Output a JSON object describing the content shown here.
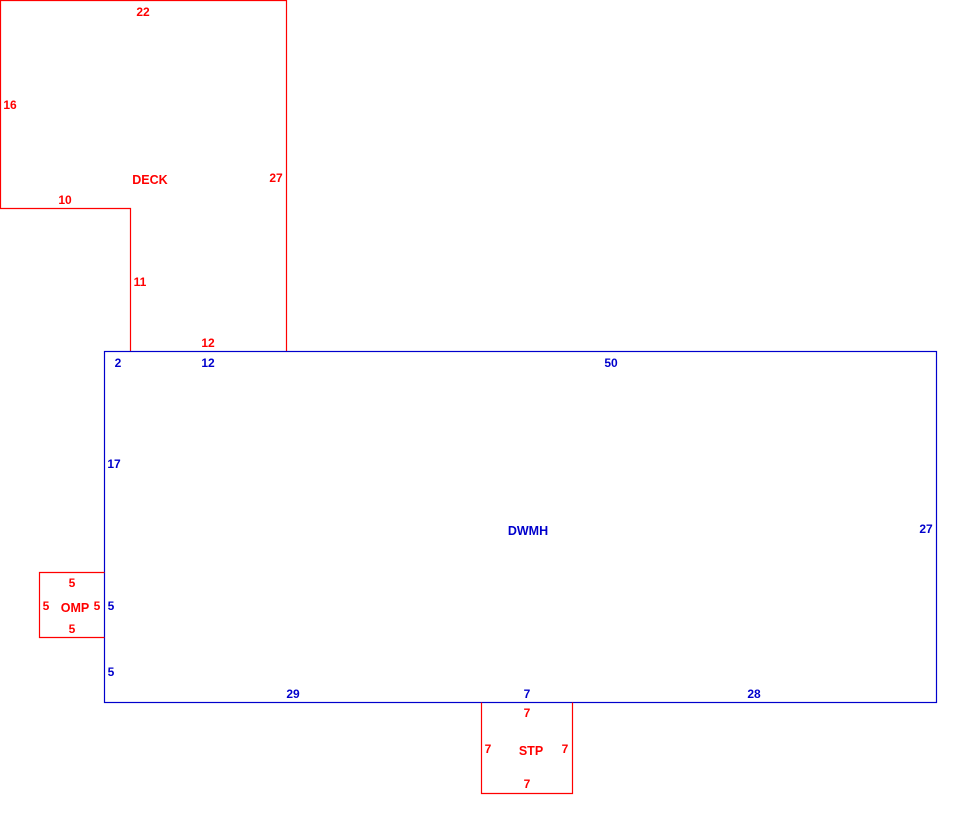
{
  "colors": {
    "secondary": "#ff0000",
    "main": "#0000cc",
    "background": "#ffffff"
  },
  "areas": {
    "deck": {
      "name": "DECK",
      "dimensions": {
        "top": "22",
        "left": "16",
        "right": "27",
        "step_horizontal": "10",
        "step_vertical": "11",
        "bottom": "12"
      }
    },
    "dwelling": {
      "name": "DWMH",
      "dimensions": {
        "top_left": "2",
        "top_deck": "12",
        "top_right": "50",
        "left_upper": "17",
        "left_mid": "5",
        "left_lower": "5",
        "right": "27",
        "bottom_left": "29",
        "bottom_mid": "7",
        "bottom_right": "28"
      }
    },
    "omp": {
      "name": "OMP",
      "dimensions": {
        "top": "5",
        "left": "5",
        "right": "5",
        "bottom": "5"
      }
    },
    "stp": {
      "name": "STP",
      "dimensions": {
        "top": "7",
        "left": "7",
        "right": "7",
        "bottom": "7"
      }
    }
  }
}
